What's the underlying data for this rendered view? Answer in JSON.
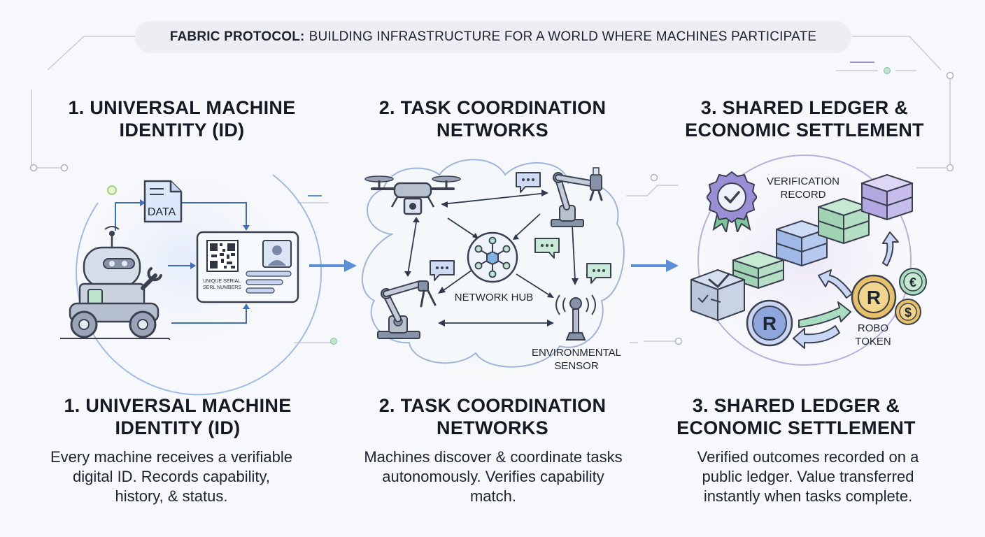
{
  "header": {
    "prefix": "FABRIC PROTOCOL:",
    "text": "BUILDING INFRASTRUCTURE FOR A WORLD WHERE MACHINES PARTICIPATE"
  },
  "columns": [
    {
      "title": "1. UNIVERSAL MACHINE IDENTITY (ID)",
      "description": "Every machine receives a verifiable digital ID. Records capability, history, & status.",
      "labels": {
        "data_doc": "DATA",
        "id_card": "UNIQUE SERIAL SERL NUMBERS"
      }
    },
    {
      "title": "2. TASK COORDINATION NETWORKS",
      "description": "Machines discover & coordinate tasks autonomously. Verifies capability match.",
      "labels": {
        "hub": "NETWORK HUB",
        "sensor": "ENVIRONMENTAL SENSOR"
      }
    },
    {
      "title": "3. SHARED LEDGER & ECONOMIC SETTLEMENT",
      "description": "Verified outcomes recorded on a public ledger. Value transferred instantly when tasks complete.",
      "labels": {
        "record": "VERIFICATION RECORD",
        "token": "ROBO TOKEN",
        "coin_letter": "R",
        "euro": "€",
        "dollar": "$"
      }
    }
  ],
  "colors": {
    "accent_blue": "#5b8fd8",
    "accent_green": "#7fc59b",
    "accent_purple": "#a99ad8",
    "ink": "#3a4050"
  }
}
